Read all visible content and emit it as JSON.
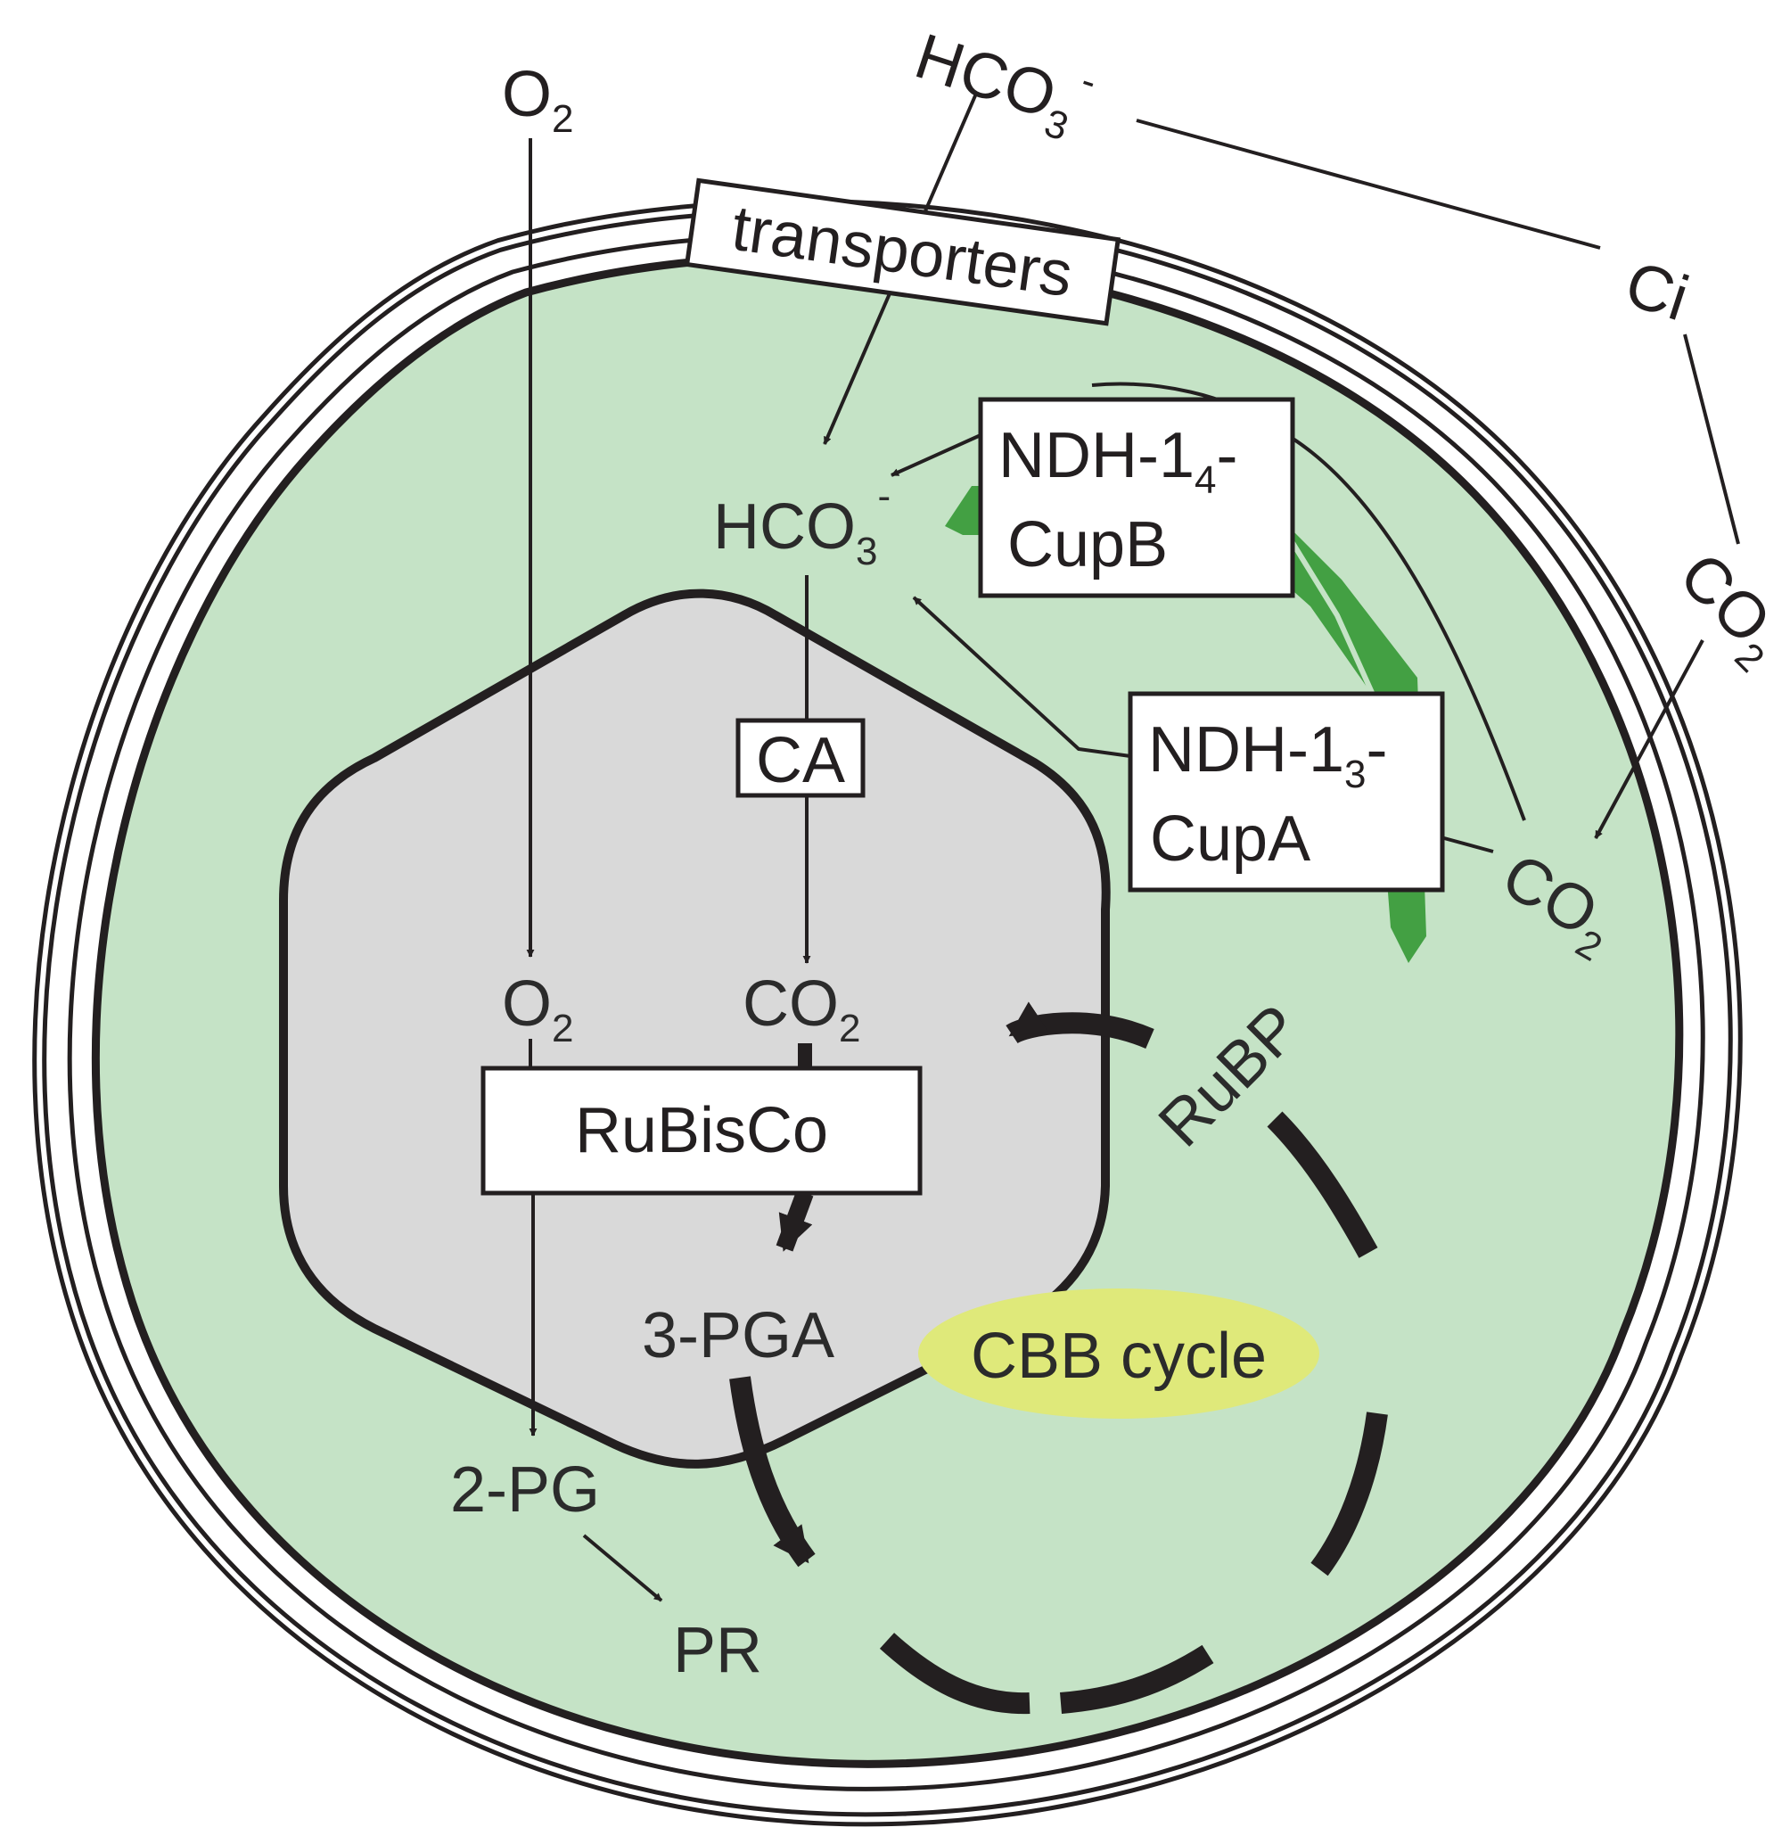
{
  "labels": {
    "o2_outside": "O2",
    "hco3_outside": "HCO3-",
    "ci": "Ci",
    "co2_outside": "CO2",
    "transporters": "transporters",
    "ndh14_line1": "NDH-14-",
    "ndh14_line2": "CupB",
    "ndh13_line1": "NDH-13-",
    "ndh13_line2": "CupA",
    "hco3_inside": "HCO3-",
    "co2_inside": "CO2",
    "ca": "CA",
    "o2_carboxysome": "O2",
    "co2_carboxysome": "CO2",
    "rubisco": "RuBisCo",
    "pga": "3-PGA",
    "rubp": "RuBP",
    "cbb": "CBB cycle",
    "pg2": "2-PG",
    "pr": "PR"
  },
  "colors": {
    "cytoplasm": "#c5e3c6",
    "carboxysome": "#d9d9d9",
    "thylakoid": "#43a043",
    "cbb_highlight": "#dfe97a",
    "ink": "#231f20"
  }
}
